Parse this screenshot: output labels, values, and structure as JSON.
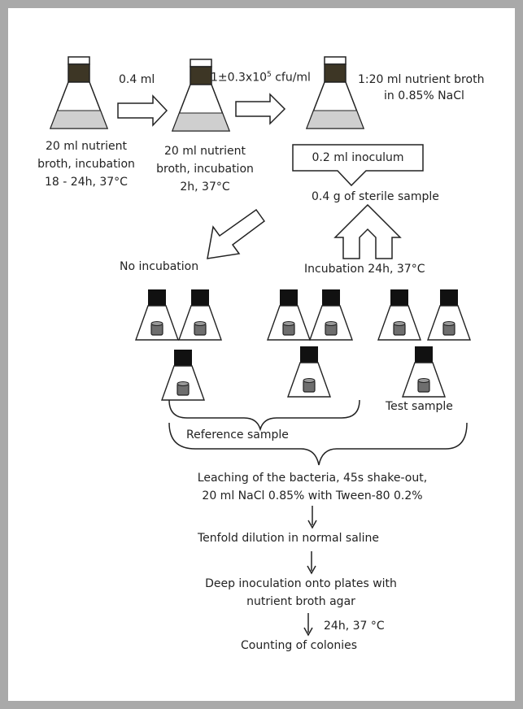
{
  "labels": {
    "vol_transfer": "0.4 ml",
    "cfu_base": "1±0.3x10",
    "cfu_exp": "5",
    "cfu_unit": " cfu/ml",
    "dilution_line1": "1:20 ml nutrient broth",
    "dilution_line2": "in 0.85% NaCl",
    "flask1_line1": "20 ml nutrient",
    "flask1_line2": "broth, incubation",
    "flask1_line3": "18 - 24h, 37°C",
    "flask2_line1": "20 ml nutrient",
    "flask2_line2": "broth, incubation",
    "flask2_line3": "2h, 37°C",
    "inoculum": "0.2 ml inoculum",
    "sterile_sample": "0.4 g of sterile sample",
    "no_incubation": "No incubation",
    "incubation": "Incubation 24h, 37°C",
    "reference_sample": "Reference sample",
    "test_sample": "Test sample",
    "leaching_line1": "Leaching of the bacteria, 45s shake-out,",
    "leaching_line2": "20 ml NaCl 0.85% with Tween-80 0.2%",
    "tenfold": "Tenfold dilution in normal saline",
    "deep_line1": "Deep inoculation onto plates with",
    "deep_line2": "nutrient broth agar",
    "final_incubation": "24h, 37 °C",
    "counting": "Counting of colonies"
  },
  "colors": {
    "frame": "#a9a9a9",
    "cap": "#111111",
    "dark_broth": "#3d3625",
    "light_broth": "#cfcfcf",
    "sample_cylinder": "#6e6e6e",
    "line": "#222222"
  }
}
